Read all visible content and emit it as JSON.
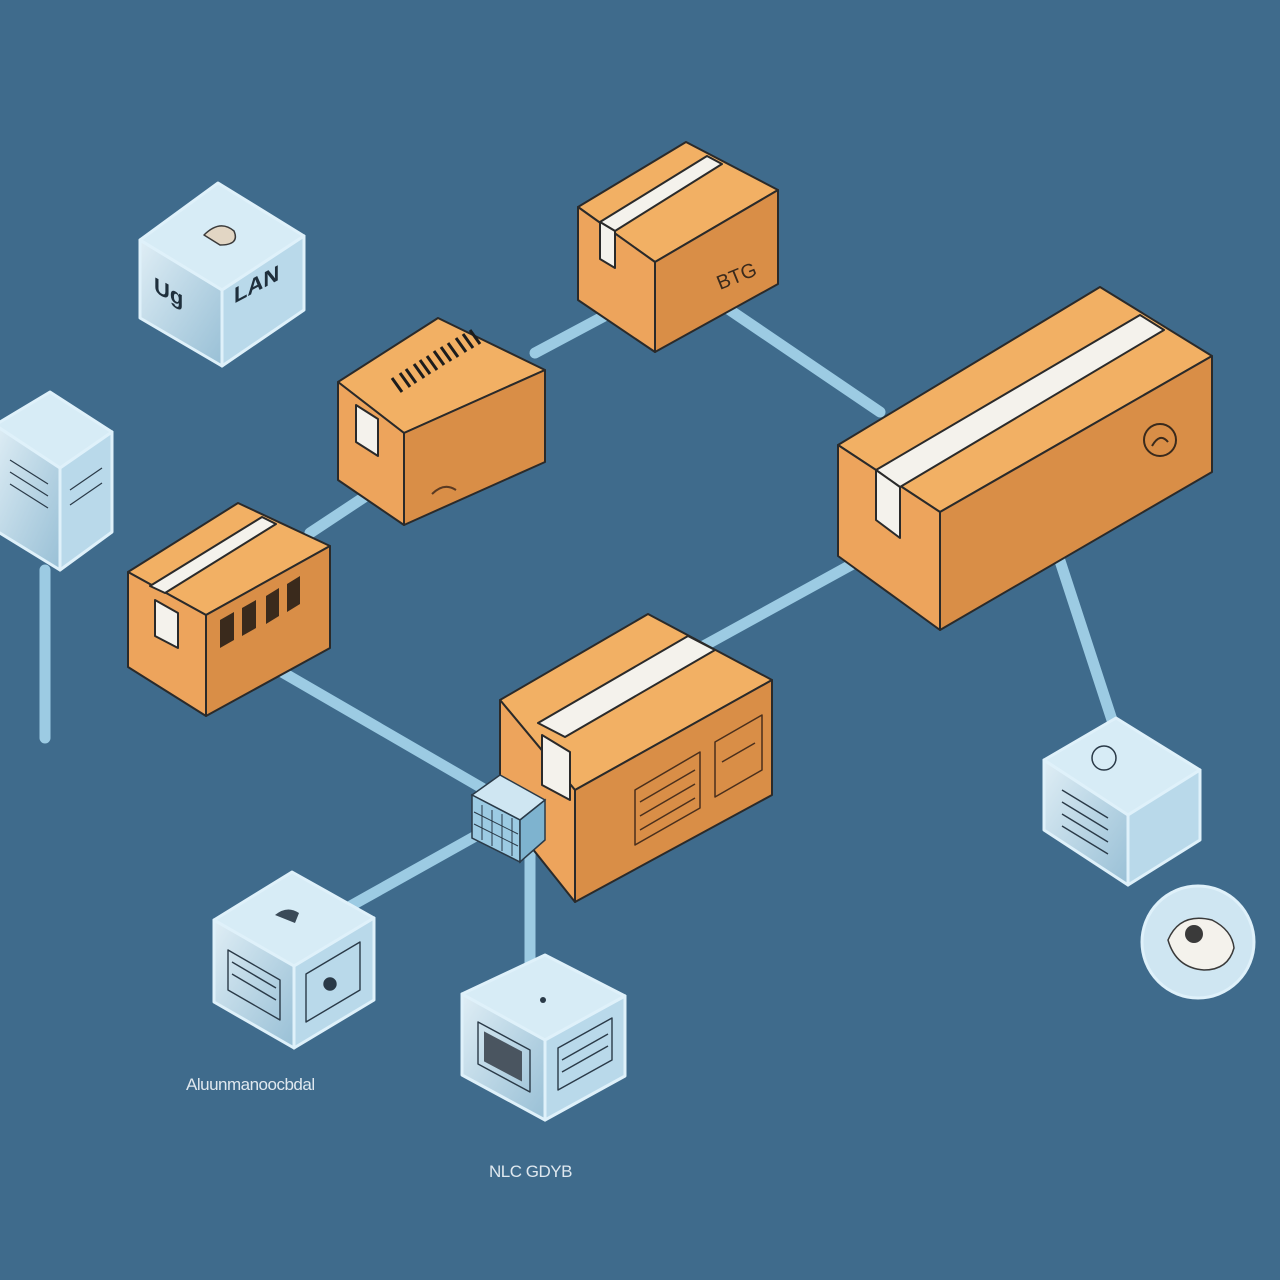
{
  "colors": {
    "background": "#3f6b8c",
    "box_top": "#f2b064",
    "box_front": "#eda45c",
    "box_side": "#d98e47",
    "box_outline": "#2a2a2a",
    "tape": "#f4f2ec",
    "connector": "#9ccbe3",
    "glass_fill": "#cfe6f2",
    "glass_edge": "#dff1fa"
  },
  "diagram": {
    "cardboard_boxes": [
      {
        "id": "box-top-center",
        "label": "",
        "print": "BTG"
      },
      {
        "id": "box-barcode",
        "label": ""
      },
      {
        "id": "box-left",
        "label": ""
      },
      {
        "id": "box-large-right",
        "label": ""
      },
      {
        "id": "box-center-bottom",
        "label": ""
      }
    ],
    "glass_cubes": [
      {
        "id": "cube-top-left",
        "glyphs_left": "Ug",
        "glyphs_right": "LAN"
      },
      {
        "id": "cube-far-left"
      },
      {
        "id": "cube-right"
      },
      {
        "id": "cube-bottom-left"
      },
      {
        "id": "cube-bottom-center"
      }
    ],
    "icons": [
      "barcode-icon",
      "tape-icon",
      "mesh-router-icon",
      "token-coin-icon"
    ]
  },
  "captions": {
    "caption_1": "Aluunmanoocbdal",
    "caption_2": "NLC GDYB"
  }
}
